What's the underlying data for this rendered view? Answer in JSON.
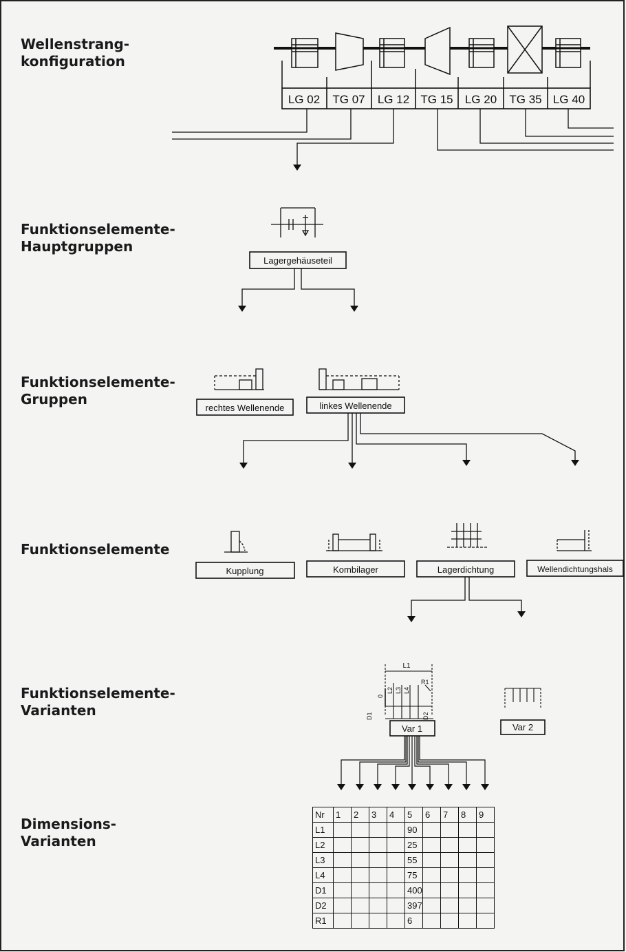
{
  "levels": [
    {
      "label": "Wellenstrang-\nkonfiguration"
    },
    {
      "label": "Funktionselemente-\nHauptgruppen"
    },
    {
      "label": "Funktionselemente-\nGruppen"
    },
    {
      "label": "Funktionselemente"
    },
    {
      "label": "Funktionselemente-\nVarianten"
    },
    {
      "label": "Dimensions-\nVarianten"
    }
  ],
  "shaft_components": [
    "LG 02",
    "TG 07",
    "LG 12",
    "TG 15",
    "LG 20",
    "TG 35",
    "LG 40"
  ],
  "main_group": "Lagergehäuseteil",
  "groups": [
    "rechtes Wellenende",
    "linkes Wellenende"
  ],
  "elements": [
    "Kupplung",
    "Kombilager",
    "Lagerdichtung",
    "Wellendichtungshals"
  ],
  "variants": [
    "Var 1",
    "Var 2"
  ],
  "dimension_labels": [
    "L1",
    "L2",
    "L3",
    "L4",
    "R1",
    "0",
    "D1",
    "D2"
  ],
  "dimension_table": {
    "header": [
      "Nr",
      "1",
      "2",
      "3",
      "4",
      "5",
      "6",
      "7",
      "8",
      "9"
    ],
    "rows": [
      [
        "L1",
        "",
        "",
        "",
        "",
        "90",
        "",
        "",
        "",
        ""
      ],
      [
        "L2",
        "",
        "",
        "",
        "",
        "25",
        "",
        "",
        "",
        ""
      ],
      [
        "L3",
        "",
        "",
        "",
        "",
        "55",
        "",
        "",
        "",
        ""
      ],
      [
        "L4",
        "",
        "",
        "",
        "",
        "75",
        "",
        "",
        "",
        ""
      ],
      [
        "D1",
        "",
        "",
        "",
        "",
        "400",
        "",
        "",
        "",
        ""
      ],
      [
        "D2",
        "",
        "",
        "",
        "",
        "397",
        "",
        "",
        "",
        ""
      ],
      [
        "R1",
        "",
        "",
        "",
        "",
        "6",
        "",
        "",
        "",
        ""
      ]
    ]
  }
}
